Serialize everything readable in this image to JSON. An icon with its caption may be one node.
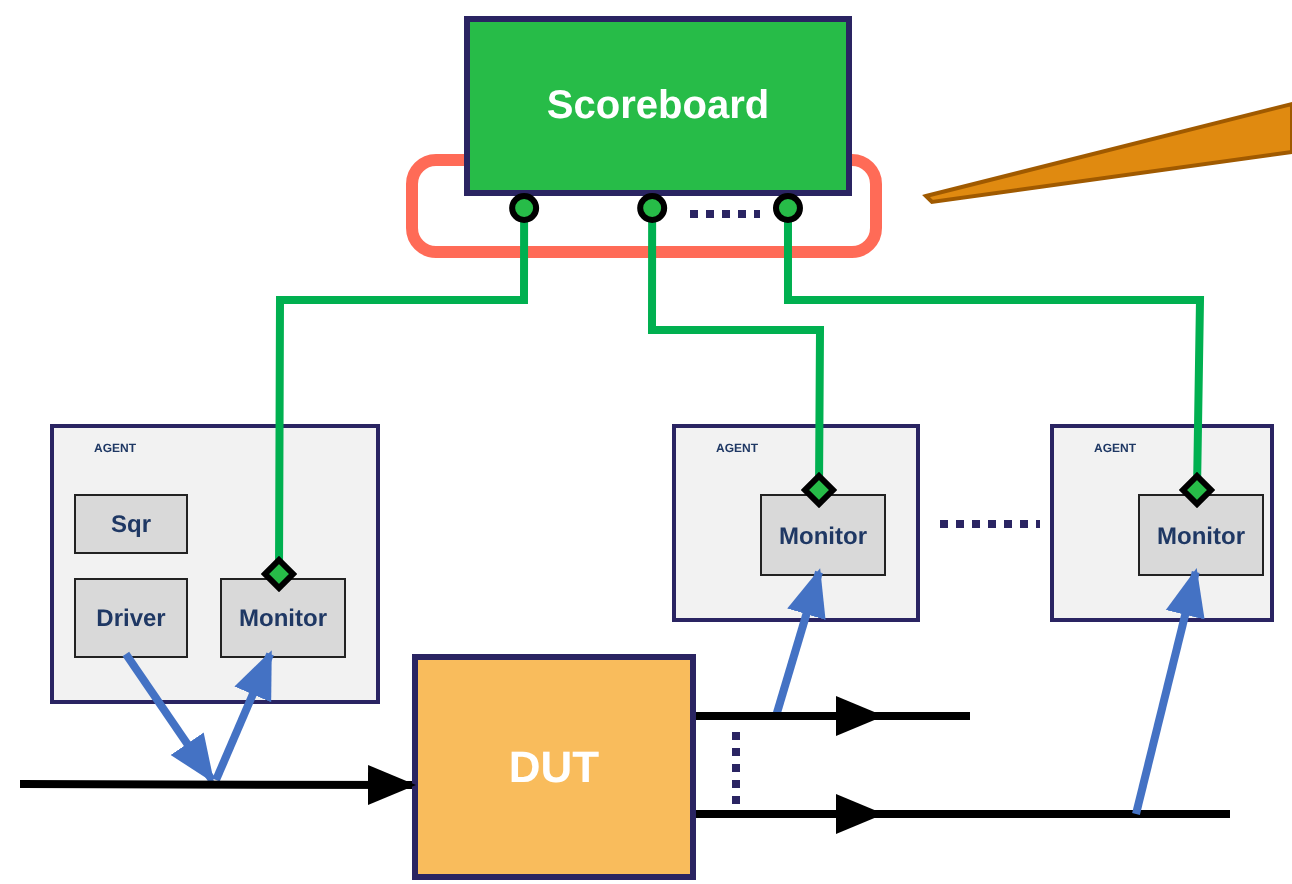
{
  "diagram": {
    "nodes": [
      {
        "text": [
          "Scoreboard"
        ]
      },
      {
        "text": [
          "AGENT"
        ]
      },
      {
        "text": [
          "Sqr"
        ],
        "in": 1
      },
      {
        "text": [
          "Driver"
        ],
        "in": 1
      },
      {
        "text": [
          "Monitor"
        ],
        "in": 1
      },
      {
        "text": [
          "AGENT"
        ]
      },
      {
        "text": [
          "Monitor"
        ],
        "in": 5
      },
      {
        "text": [
          "AGENT"
        ]
      },
      {
        "text": [
          "Monitor"
        ],
        "in": 7
      },
      {
        "text": [
          "DUT"
        ]
      }
    ],
    "edges": [
      {
        "from": 0,
        "to": 4,
        "arrow": "other",
        "color": "#00b050"
      },
      {
        "from": 0,
        "to": 6,
        "arrow": "other",
        "color": "#00b050"
      },
      {
        "from": 0,
        "to": 8,
        "arrow": "other",
        "color": "#00b050"
      },
      {
        "from": 3,
        "to": null,
        "arrow": "to",
        "color": "#4472c4"
      },
      {
        "from": null,
        "to": 4,
        "arrow": "to",
        "color": "#4472c4"
      },
      {
        "from": null,
        "to": 6,
        "arrow": "to",
        "color": "#4472c4"
      },
      {
        "from": null,
        "to": 8,
        "arrow": "to",
        "color": "#4472c4"
      },
      {
        "from": null,
        "to": 9,
        "arrow": "to",
        "color": "#000000"
      },
      {
        "from": 9,
        "to": null,
        "arrow": "to",
        "color": "#000000"
      },
      {
        "from": 9,
        "to": null,
        "arrow": "to",
        "color": "#000000"
      }
    ]
  }
}
